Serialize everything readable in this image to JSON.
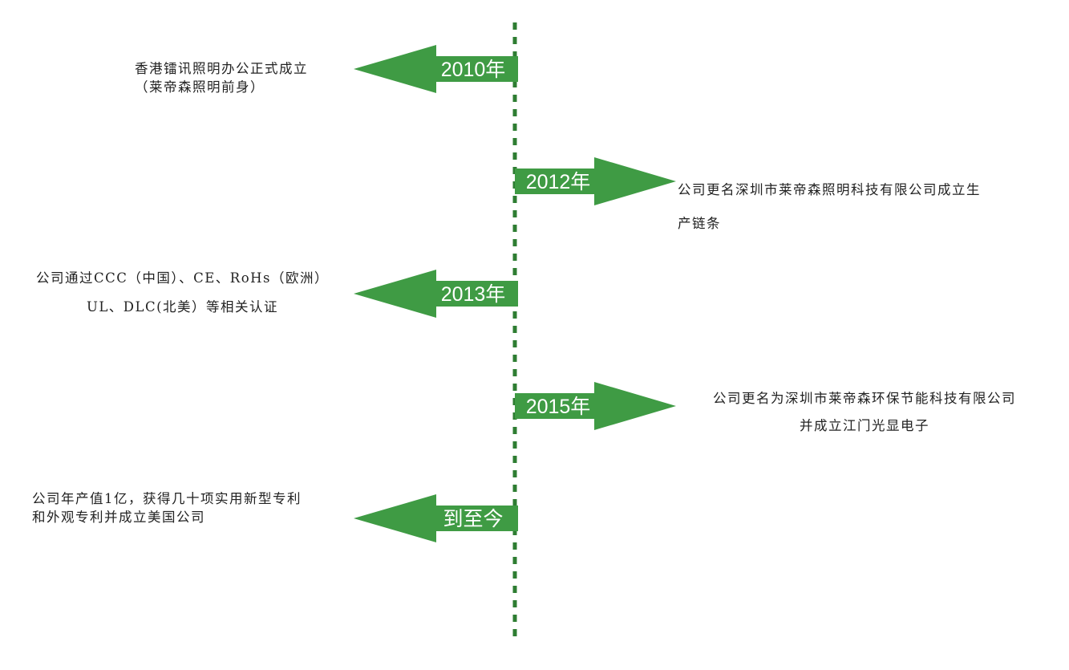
{
  "colors": {
    "arrow": "#3f9b44",
    "timeline": "#2e7d32",
    "label": "#ffffff",
    "text": "#222222"
  },
  "milestones": [
    {
      "year": "2010年",
      "direction": "left",
      "lines": [
        "香港镭讯照明办公正式成立",
        "（莱帝森照明前身）"
      ]
    },
    {
      "year": "2012年",
      "direction": "right",
      "lines": [
        "公司更名深圳市莱帝森照明科技有限公司成立生",
        "产链条"
      ]
    },
    {
      "year": "2013年",
      "direction": "left",
      "lines": [
        "公司通过CCC（中国）、CE、RoHs（欧洲）",
        "UL、DLC(北美）等相关认证"
      ]
    },
    {
      "year": "2015年",
      "direction": "right",
      "lines": [
        "公司更名为深圳市莱帝森环保节能科技有限公司",
        "并成立江门光显电子"
      ]
    },
    {
      "year": "到至今",
      "direction": "left",
      "lines": [
        "公司年产值1亿，获得几十项实用新型专利",
        "和外观专利并成立美国公司"
      ]
    }
  ]
}
